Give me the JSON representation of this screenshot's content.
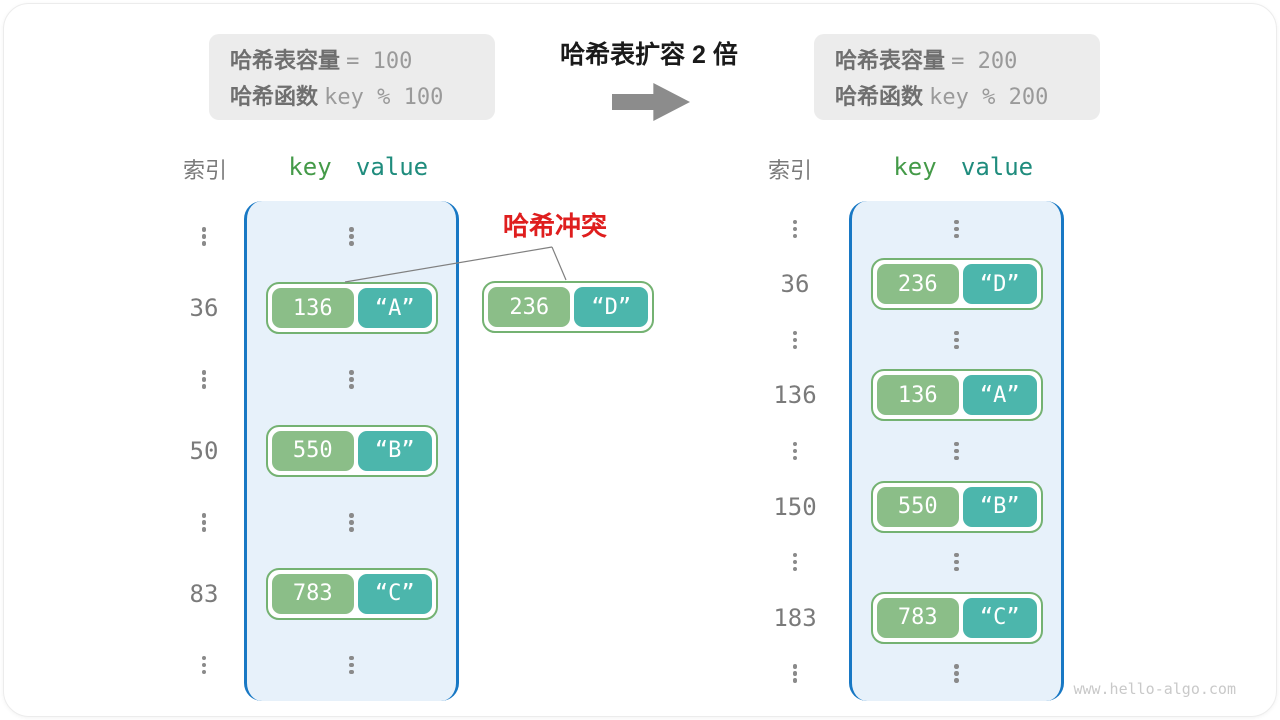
{
  "diagram": {
    "title": "哈希表扩容 2 倍",
    "left_info": {
      "line1_label": "哈希表容量",
      "line1_code": "= 100",
      "line2_label": "哈希函数",
      "line2_code": "key % 100"
    },
    "right_info": {
      "line1_label": "哈希表容量",
      "line1_code": "= 200",
      "line2_label": "哈希函数",
      "line2_code": "key % 200"
    },
    "collision": {
      "label": "哈希冲突",
      "pair": {
        "key": "236",
        "value": "“D”"
      }
    },
    "watermark": "www.hello-algo.com"
  },
  "left_table": {
    "header": {
      "index": "索引",
      "key": "key",
      "value": "value"
    },
    "rows": [
      {
        "type": "dots"
      },
      {
        "type": "pair",
        "index": "36",
        "key": "136",
        "value": "“A”"
      },
      {
        "type": "dots"
      },
      {
        "type": "pair",
        "index": "50",
        "key": "550",
        "value": "“B”"
      },
      {
        "type": "dots"
      },
      {
        "type": "pair",
        "index": "83",
        "key": "783",
        "value": "“C”"
      },
      {
        "type": "dots"
      }
    ]
  },
  "right_table": {
    "header": {
      "index": "索引",
      "key": "key",
      "value": "value"
    },
    "rows": [
      {
        "type": "dots"
      },
      {
        "type": "pair",
        "index": "36",
        "key": "236",
        "value": "“D”"
      },
      {
        "type": "dots"
      },
      {
        "type": "pair",
        "index": "136",
        "key": "136",
        "value": "“A”"
      },
      {
        "type": "dots"
      },
      {
        "type": "pair",
        "index": "150",
        "key": "550",
        "value": "“B”"
      },
      {
        "type": "dots"
      },
      {
        "type": "pair",
        "index": "183",
        "key": "783",
        "value": "“C”"
      },
      {
        "type": "dots"
      }
    ]
  },
  "colors": {
    "key_green": "#8BBE88",
    "value_teal": "#4CB6AC",
    "pair_border": "#74B272",
    "bucket_border_blue": "#1878C4",
    "bucket_fill_blue": "#E7F1FA",
    "collision_red": "#DF1E1E",
    "arrow_gray": "#8C8C8C",
    "info_box_gray": "#ECECEC"
  }
}
